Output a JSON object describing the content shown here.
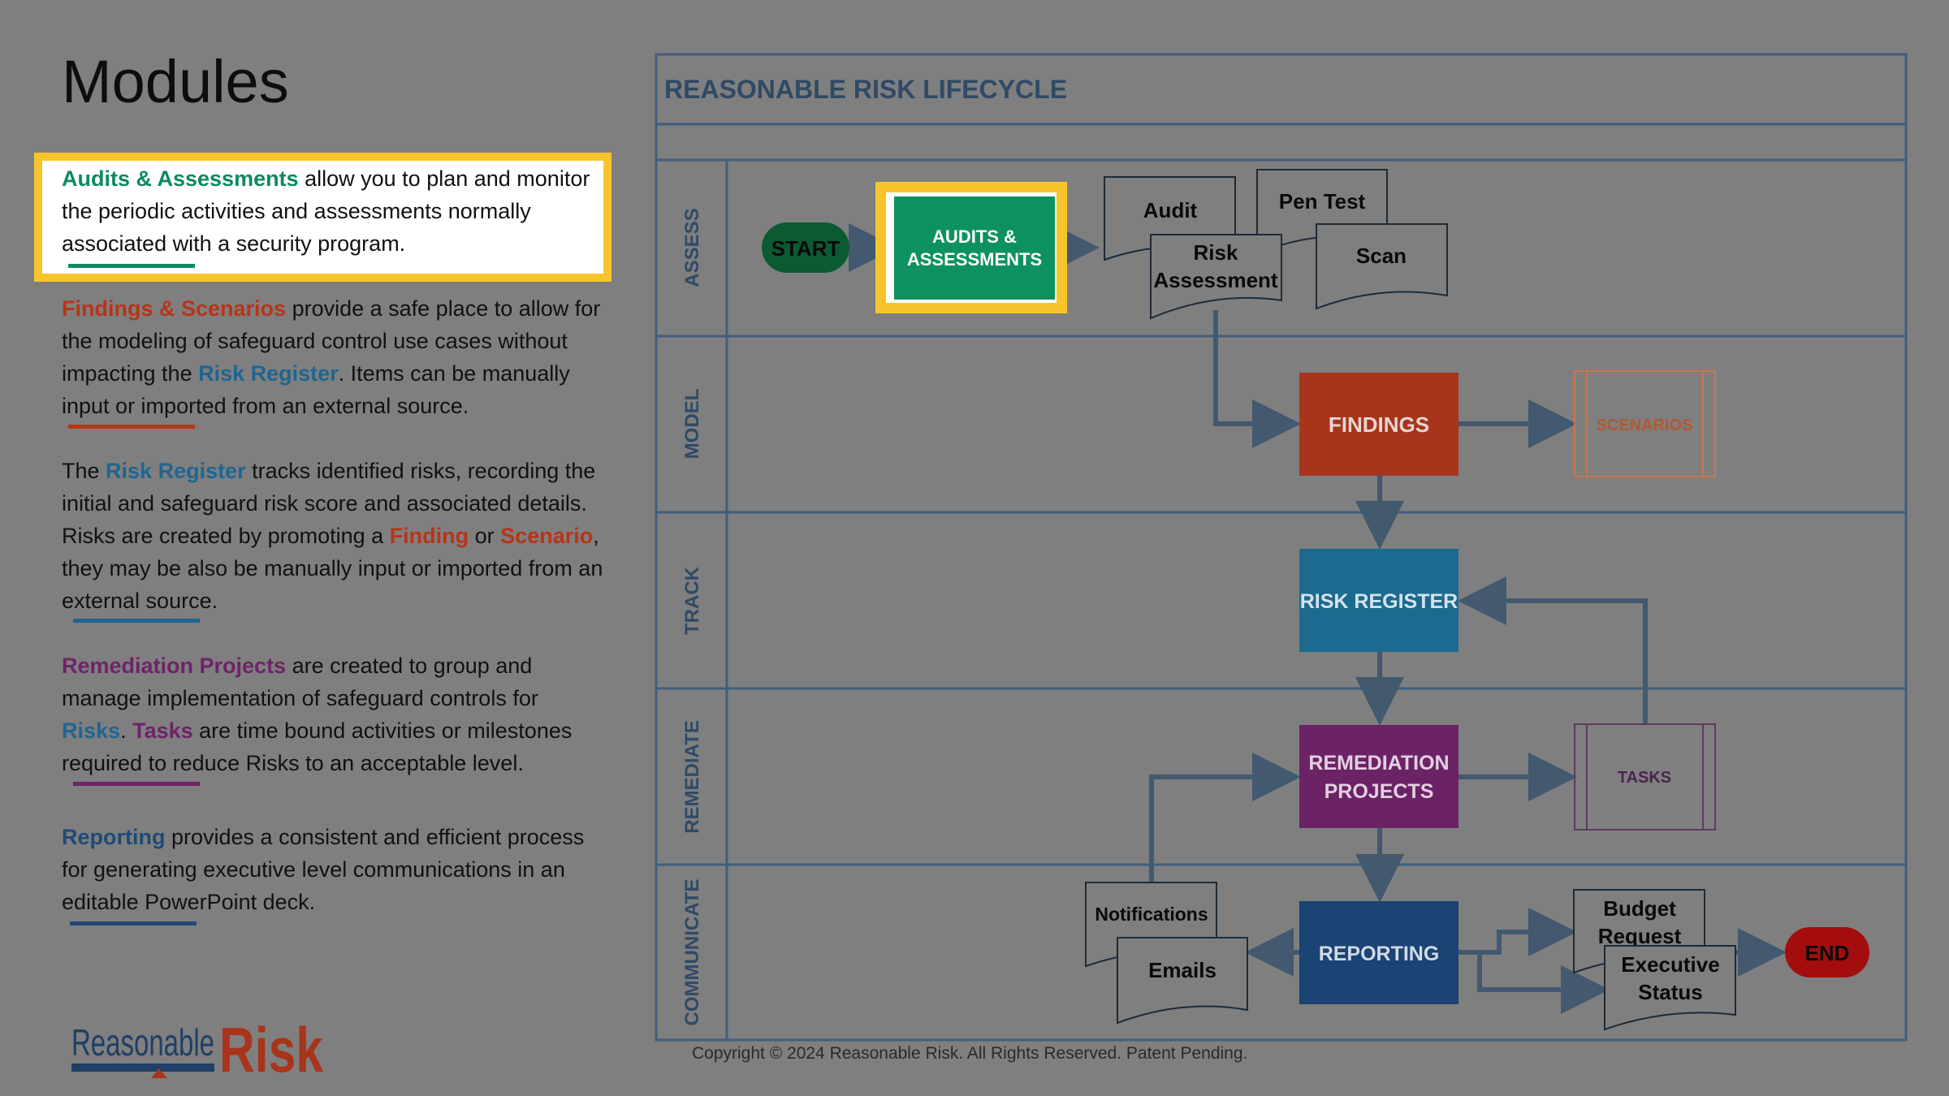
{
  "page": {
    "title": "Modules",
    "copyright": "Copyright © 2024 Reasonable Risk. All Rights Reserved. Patent Pending."
  },
  "logo": {
    "part1": "Reasonable",
    "part2": "Risk"
  },
  "modules": {
    "audits": {
      "term": "Audits & Assessments",
      "text": " allow you to plan and monitor the periodic activities and assessments normally associated with a security program."
    },
    "findings": {
      "term": "Findings & Scenarios",
      "text1": " provide a safe place to allow for the modeling of safeguard control use cases without impacting the ",
      "term2": "Risk Register",
      "text2": ". Items can be manually input or imported from an external source."
    },
    "register": {
      "pre": "The ",
      "term": "Risk Register",
      "text1": " tracks identified risks, recording the initial and safeguard risk score and associated details. Risks are created by promoting a ",
      "term2": "Finding",
      "mid": " or ",
      "term3": "Scenario",
      "text2": ", they may be also be manually input or imported from an external source."
    },
    "remediation": {
      "term": "Remediation Projects",
      "text1": " are created to group and manage implementation of safeguard controls for ",
      "term2": "Risks",
      "mid": ". ",
      "term3": "Tasks",
      "text2": " are time bound activities or milestones required to reduce Risks to an acceptable level."
    },
    "reporting": {
      "term": "Reporting",
      "text": " provides a consistent and efficient process for generating executive level communications in an editable PowerPoint deck."
    }
  },
  "diagram": {
    "title": "REASONABLE RISK LIFECYCLE",
    "lanes": [
      "ASSESS",
      "MODEL",
      "TRACK",
      "REMEDIATE",
      "COMMUNICATE"
    ],
    "start": "START",
    "end": "END",
    "audits_line1": "AUDITS &",
    "audits_line2": "ASSESSMENTS",
    "findings": "FINDINGS",
    "scenarios": "SCENARIOS",
    "risk_register": "RISK REGISTER",
    "remediation_line1": "REMEDIATION",
    "remediation_line2": "PROJECTS",
    "tasks": "TASKS",
    "reporting": "REPORTING",
    "doc_audit": "Audit",
    "doc_pentest": "Pen Test",
    "doc_risk_line1": "Risk",
    "doc_risk_line2": "Assessment",
    "doc_scan": "Scan",
    "doc_notifications": "Notifications",
    "doc_emails": "Emails",
    "doc_budget_line1": "Budget",
    "doc_budget_line2": "Request",
    "doc_exec_line1": "Executive",
    "doc_exec_line2": "Status"
  },
  "colors": {
    "background": "#7f7f7f",
    "highlight": "#f7c52b",
    "green": "#0e8a5f",
    "findings": "#a8341c",
    "register": "#1c6a8f",
    "remediation": "#6b2366",
    "reporting": "#1b4373",
    "lane_border": "#3f5f80",
    "end": "#a30d0d",
    "start": "#0b5a32"
  }
}
